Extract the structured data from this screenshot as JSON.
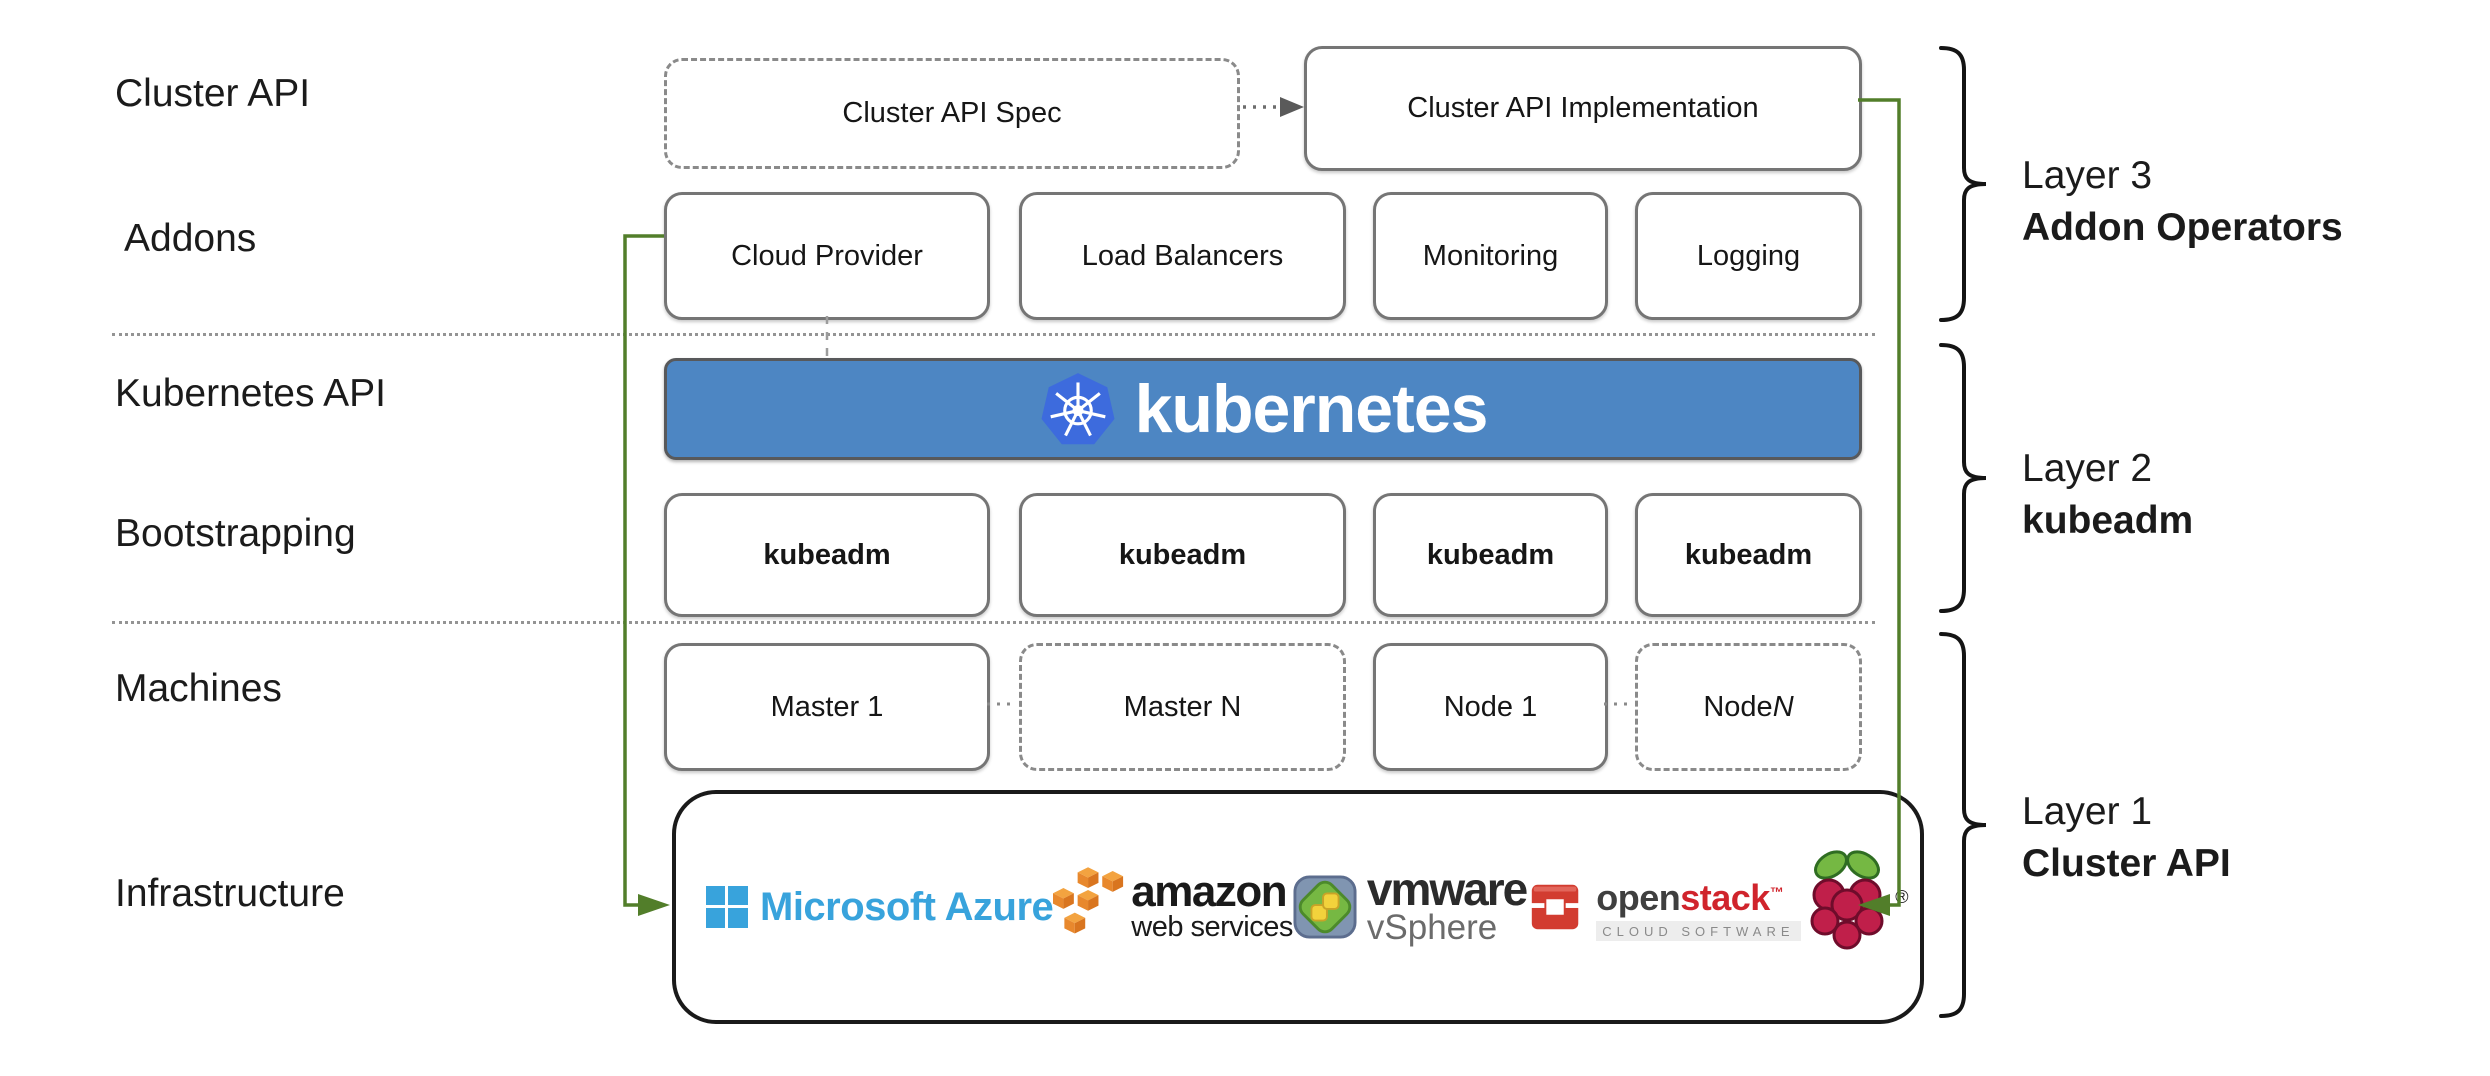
{
  "left_labels": {
    "cluster_api": "Cluster API",
    "addons": "Addons",
    "kubernetes_api": "Kubernetes API",
    "bootstrapping": "Bootstrapping",
    "machines": "Machines",
    "infrastructure": "Infrastructure"
  },
  "cluster_api_row": {
    "spec_label": "Cluster API Spec",
    "implementation_label": "Cluster API Implementation"
  },
  "addons_row": {
    "items": [
      {
        "label": "Cloud Provider"
      },
      {
        "label": "Load Balancers"
      },
      {
        "label": "Monitoring"
      },
      {
        "label": "Logging"
      }
    ]
  },
  "kubernetes_row": {
    "wordmark": "kubernetes"
  },
  "bootstrapping_row": {
    "items": [
      {
        "label": "kubeadm"
      },
      {
        "label": "kubeadm"
      },
      {
        "label": "kubeadm"
      },
      {
        "label": "kubeadm"
      }
    ]
  },
  "machines_row": {
    "master1": "Master 1",
    "masterN": "Master N",
    "node1": "Node 1",
    "nodeN_prefix": "Node ",
    "nodeN_italic": "N"
  },
  "infrastructure_row": {
    "providers": [
      "google-cloud",
      "microsoft-azure",
      "amazon-web-services",
      "vmware-vsphere",
      "openstack",
      "raspberry-pi"
    ],
    "azure_label": "Microsoft Azure",
    "aws_label": "amazon",
    "aws_sublabel": "web services",
    "vmware_label": "vmware",
    "vmware_sublabel": "vSphere",
    "openstack_open": "open",
    "openstack_stack": "stack",
    "openstack_tm": "™",
    "openstack_sublabel": "CLOUD SOFTWARE",
    "rpi_registered": "®"
  },
  "layer_labels": {
    "layer3_title": "Layer 3",
    "layer3_subtitle": "Addon Operators",
    "layer2_title": "Layer 2",
    "layer2_subtitle": "kubeadm",
    "layer1_title": "Layer 1",
    "layer1_subtitle": "Cluster API"
  },
  "colors": {
    "kubernetes_bar_blue": "#4d86c3",
    "kubernetes_logo_blue": "#3d6bdd",
    "connector_green": "#527e2a",
    "azure_blue": "#38a3dc",
    "aws_orange": "#e8882d",
    "vmware_green": "#76b843",
    "openstack_red": "#d0242c",
    "raspberry_red": "#c01f4a",
    "leaf_green": "#75b843"
  }
}
